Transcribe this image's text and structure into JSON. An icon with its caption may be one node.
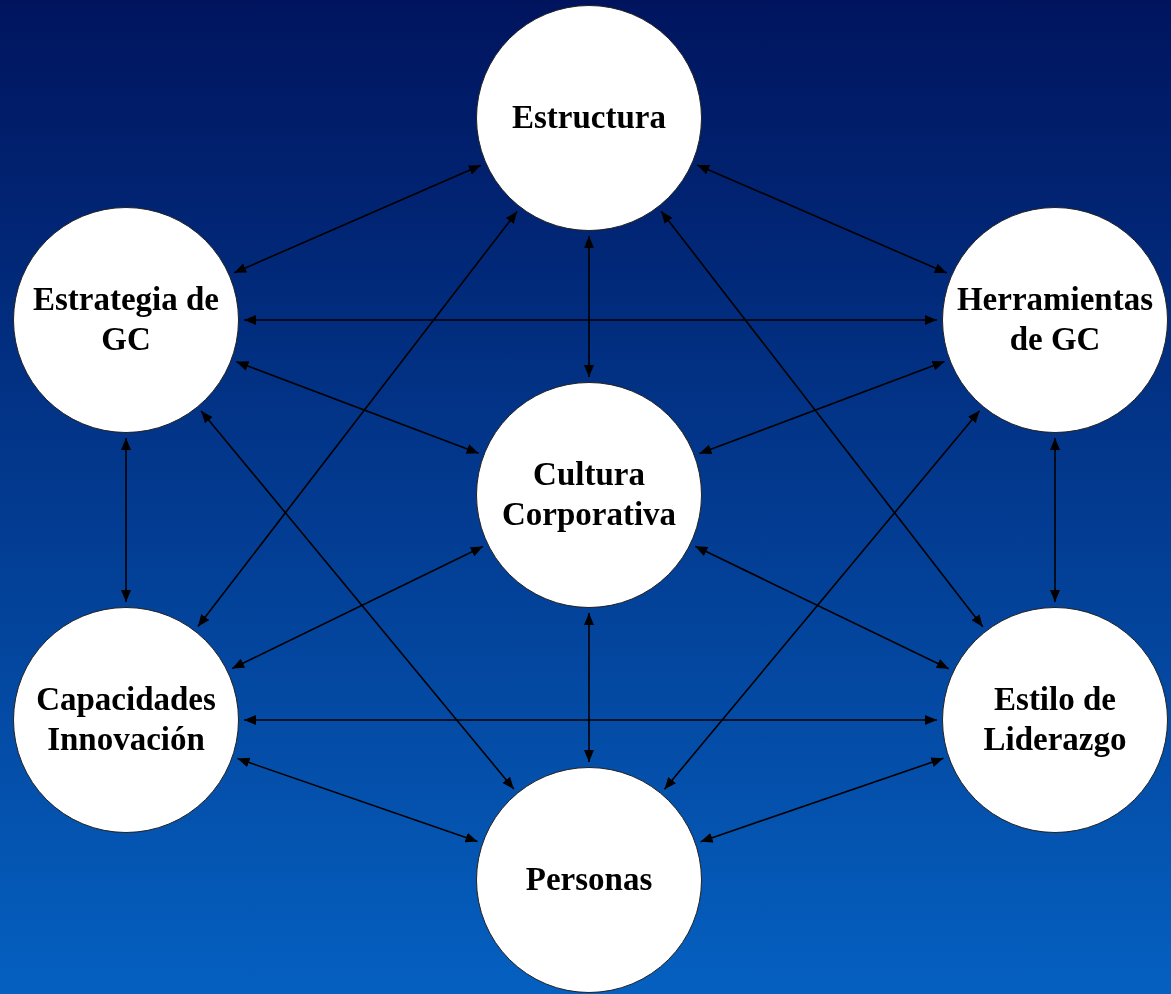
{
  "diagram": {
    "nodes": [
      {
        "text": [
          "Estructura"
        ]
      },
      {
        "text": [
          "Estrategia de GC"
        ]
      },
      {
        "text": [
          "Herramientas de GC"
        ]
      },
      {
        "text": [
          "Cultura Corporativa"
        ]
      },
      {
        "text": [
          "Capacidades Innovación"
        ]
      },
      {
        "text": [
          "Estilo de Liderazgo"
        ]
      },
      {
        "text": [
          "Personas"
        ]
      }
    ],
    "edges": [
      {
        "from": 0,
        "to": 1,
        "arrow": "both"
      },
      {
        "from": 0,
        "to": 2,
        "arrow": "both"
      },
      {
        "from": 0,
        "to": 3,
        "arrow": "both"
      },
      {
        "from": 0,
        "to": 4,
        "arrow": "both"
      },
      {
        "from": 0,
        "to": 5,
        "arrow": "both"
      },
      {
        "from": 1,
        "to": 2,
        "arrow": "both"
      },
      {
        "from": 1,
        "to": 3,
        "arrow": "both"
      },
      {
        "from": 1,
        "to": 4,
        "arrow": "both"
      },
      {
        "from": 1,
        "to": 6,
        "arrow": "both"
      },
      {
        "from": 2,
        "to": 3,
        "arrow": "both"
      },
      {
        "from": 2,
        "to": 5,
        "arrow": "both"
      },
      {
        "from": 2,
        "to": 6,
        "arrow": "both"
      },
      {
        "from": 3,
        "to": 4,
        "arrow": "both"
      },
      {
        "from": 3,
        "to": 5,
        "arrow": "both"
      },
      {
        "from": 3,
        "to": 6,
        "arrow": "both"
      },
      {
        "from": 4,
        "to": 5,
        "arrow": "both"
      },
      {
        "from": 4,
        "to": 6,
        "arrow": "both"
      },
      {
        "from": 5,
        "to": 6,
        "arrow": "both"
      }
    ]
  }
}
